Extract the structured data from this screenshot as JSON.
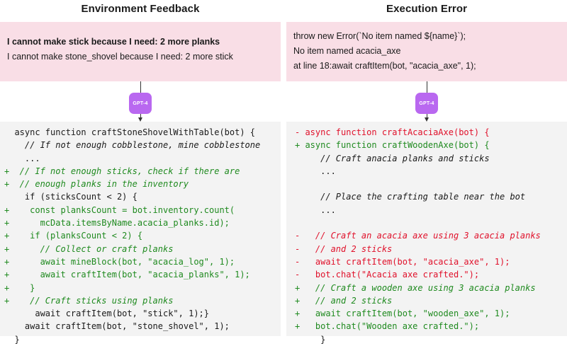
{
  "left": {
    "title": "Environment Feedback",
    "feedback": [
      {
        "text": "I cannot make stick because I need:  2 more planks",
        "bold": true
      },
      {
        "text": "I cannot make stone_shovel because I need:  2 more stick",
        "bold": false
      }
    ],
    "model": "GPT-4",
    "code": [
      {
        "marker": "",
        "code": "async function craftStoneShovelWithTable(bot) {",
        "kind": "normal"
      },
      {
        "marker": "",
        "code": "  // If not enough cobblestone, mine cobblestone",
        "kind": "normal"
      },
      {
        "marker": "",
        "code": "  ...",
        "kind": "normal"
      },
      {
        "marker": "+",
        "code": " // If not enough sticks, check if there are",
        "kind": "added"
      },
      {
        "marker": "+",
        "code": " // enough planks in the inventory",
        "kind": "added"
      },
      {
        "marker": "",
        "code": "  if (sticksCount < 2) {",
        "kind": "normal"
      },
      {
        "marker": "+",
        "code": "   const planksCount = bot.inventory.count(",
        "kind": "added"
      },
      {
        "marker": "+",
        "code": "     mcData.itemsByName.acacia_planks.id);",
        "kind": "added"
      },
      {
        "marker": "+",
        "code": "   if (planksCount < 2) {",
        "kind": "added"
      },
      {
        "marker": "+",
        "code": "     // Collect or craft planks",
        "kind": "added"
      },
      {
        "marker": "+",
        "code": "     await mineBlock(bot, \"acacia_log\", 1);",
        "kind": "added"
      },
      {
        "marker": "+",
        "code": "     await craftItem(bot, \"acacia_planks\", 1);",
        "kind": "added"
      },
      {
        "marker": "+",
        "code": "   }",
        "kind": "added"
      },
      {
        "marker": "+",
        "code": "   // Craft sticks using planks",
        "kind": "added"
      },
      {
        "marker": "",
        "code": "    await craftItem(bot, \"stick\", 1);}",
        "kind": "normal"
      },
      {
        "marker": "",
        "code": "  await craftItem(bot, \"stone_shovel\", 1);",
        "kind": "normal"
      },
      {
        "marker": "",
        "code": "}",
        "kind": "normal"
      }
    ]
  },
  "right": {
    "title": "Execution Error",
    "feedback": [
      {
        "text": "throw new Error(`No item named ${name}`);",
        "bold": false
      },
      {
        "text": "No item named acacia_axe",
        "bold": false
      },
      {
        "text": "at line 18:await craftItem(bot, \"acacia_axe\", 1);",
        "bold": false
      }
    ],
    "model": "GPT-4",
    "code": [
      {
        "marker": "-",
        "code": "async function craftAcaciaAxe(bot) {",
        "kind": "removed"
      },
      {
        "marker": "+",
        "code": "async function craftWoodenAxe(bot) {",
        "kind": "added"
      },
      {
        "marker": "",
        "code": "   // Craft anacia planks and sticks",
        "kind": "normal"
      },
      {
        "marker": "",
        "code": "   ...",
        "kind": "normal"
      },
      {
        "marker": "",
        "code": "",
        "kind": "normal"
      },
      {
        "marker": "",
        "code": "   // Place the crafting table near the bot",
        "kind": "normal"
      },
      {
        "marker": "",
        "code": "   ...",
        "kind": "normal"
      },
      {
        "marker": "",
        "code": "",
        "kind": "normal"
      },
      {
        "marker": "-",
        "code": "  // Craft an acacia axe using 3 acacia planks",
        "kind": "removed"
      },
      {
        "marker": "-",
        "code": "  // and 2 sticks",
        "kind": "removed"
      },
      {
        "marker": "-",
        "code": "  await craftItem(bot, \"acacia_axe\", 1);",
        "kind": "removed"
      },
      {
        "marker": "-",
        "code": "  bot.chat(\"Acacia axe crafted.\");",
        "kind": "removed"
      },
      {
        "marker": "+",
        "code": "  // Craft a wooden axe using 3 acacia planks",
        "kind": "added"
      },
      {
        "marker": "+",
        "code": "  // and 2 sticks",
        "kind": "added"
      },
      {
        "marker": "+",
        "code": "  await craftItem(bot, \"wooden_axe\", 1);",
        "kind": "added"
      },
      {
        "marker": "+",
        "code": "  bot.chat(\"Wooden axe crafted.\");",
        "kind": "added"
      },
      {
        "marker": "",
        "code": "   }",
        "kind": "normal"
      }
    ]
  }
}
